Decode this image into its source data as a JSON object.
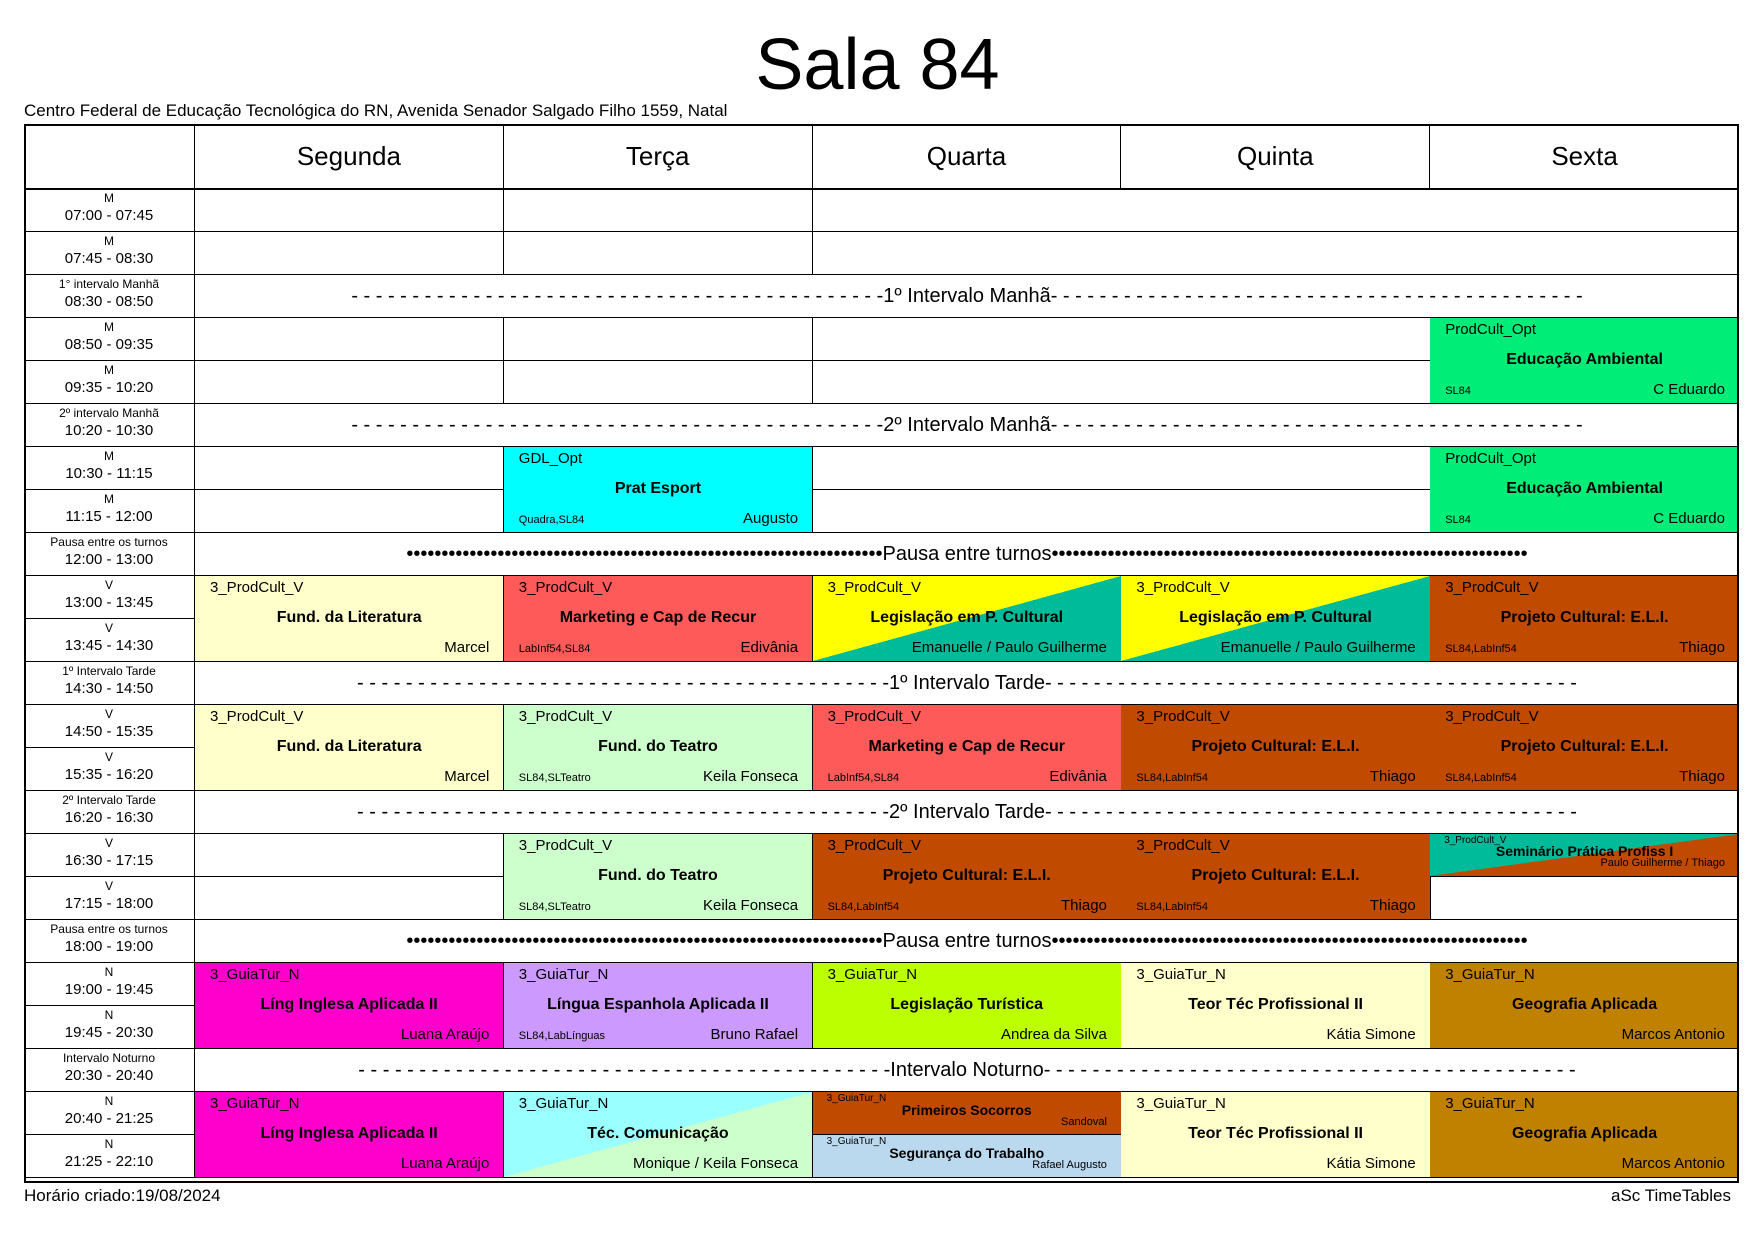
{
  "page": {
    "title": "Sala 84",
    "subtitle": "Centro Federal de Educação Tecnológica do RN, Avenida Senador Salgado Filho 1559, Natal",
    "footer_left": "Horário criado:19/08/2024",
    "footer_right": "aSc TimeTables"
  },
  "days": [
    "Segunda",
    "Terça",
    "Quarta",
    "Quinta",
    "Sexta"
  ],
  "periods": [
    {
      "label": "M",
      "time": "07:00 - 07:45"
    },
    {
      "label": "M",
      "time": "07:45 - 08:30"
    },
    {
      "label": "1° intervalo Manhã",
      "time": "08:30 - 08:50"
    },
    {
      "label": "M",
      "time": "08:50 - 09:35"
    },
    {
      "label": "M",
      "time": "09:35 - 10:20"
    },
    {
      "label": "2º intervalo Manhã",
      "time": "10:20 - 10:30"
    },
    {
      "label": "M",
      "time": "10:30 - 11:15"
    },
    {
      "label": "M",
      "time": "11:15 - 12:00"
    },
    {
      "label": "Pausa entre os turnos",
      "time": "12:00 - 13:00"
    },
    {
      "label": "V",
      "time": "13:00 - 13:45"
    },
    {
      "label": "V",
      "time": "13:45 - 14:30"
    },
    {
      "label": "1º Intervalo Tarde",
      "time": "14:30 - 14:50"
    },
    {
      "label": "V",
      "time": "14:50 - 15:35"
    },
    {
      "label": "V",
      "time": "15:35 - 16:20"
    },
    {
      "label": "2º Intervalo Tarde",
      "time": "16:20 - 16:30"
    },
    {
      "label": "V",
      "time": "16:30 - 17:15"
    },
    {
      "label": "V",
      "time": "17:15 - 18:00"
    },
    {
      "label": "Pausa entre os turnos",
      "time": "18:00 - 19:00"
    },
    {
      "label": "N",
      "time": "19:00 - 19:45"
    },
    {
      "label": "N",
      "time": "19:45 - 20:30"
    },
    {
      "label": "Intervalo Noturno",
      "time": "20:30 - 20:40"
    },
    {
      "label": "N",
      "time": "20:40 - 21:25"
    },
    {
      "label": "N",
      "time": "21:25 - 22:10"
    }
  ],
  "breaks": [
    {
      "row": 2,
      "label": "1º Intervalo Manhã",
      "style": "dash"
    },
    {
      "row": 5,
      "label": "2º Intervalo Manhã",
      "style": "dash"
    },
    {
      "row": 8,
      "label": "Pausa entre turnos",
      "style": "dot"
    },
    {
      "row": 11,
      "label": "1º Intervalo Tarde",
      "style": "dash"
    },
    {
      "row": 14,
      "label": "2º Intervalo Tarde",
      "style": "dash"
    },
    {
      "row": 17,
      "label": "Pausa entre turnos",
      "style": "dot"
    },
    {
      "row": 20,
      "label": "Intervalo Noturno",
      "style": "dash"
    }
  ],
  "lessons": [
    {
      "day": 4,
      "row": 3,
      "span": 2,
      "group": "ProdCult_Opt",
      "subject": "Educação Ambiental",
      "room": "SL84",
      "teacher": "C Eduardo",
      "color": "#00ee77"
    },
    {
      "day": 1,
      "row": 6,
      "span": 2,
      "group": "GDL_Opt",
      "subject": "Prat Esport",
      "room": "Quadra,SL84",
      "teacher": "Augusto",
      "color": "#00ffff"
    },
    {
      "day": 4,
      "row": 6,
      "span": 2,
      "group": "ProdCult_Opt",
      "subject": "Educação Ambiental",
      "room": "SL84",
      "teacher": "C Eduardo",
      "color": "#00ee77"
    },
    {
      "day": 0,
      "row": 9,
      "span": 2,
      "group": "3_ProdCult_V",
      "subject": "Fund. da Literatura",
      "room": "",
      "teacher": "Marcel",
      "color": "#ffffcc"
    },
    {
      "day": 1,
      "row": 9,
      "span": 2,
      "group": "3_ProdCult_V",
      "subject": "Marketing e Cap de Recur",
      "room": "LabInf54,SL84",
      "teacher": "Edivânia",
      "color": "#ff5a5a"
    },
    {
      "day": 2,
      "row": 9,
      "span": 2,
      "group": "3_ProdCult_V",
      "subject": "Legislação em P. Cultural",
      "room": "",
      "teacher": "Emanuelle / Paulo Guilherme",
      "color": "#ffff00",
      "color2": "#00bb99"
    },
    {
      "day": 3,
      "row": 9,
      "span": 2,
      "group": "3_ProdCult_V",
      "subject": "Legislação em P. Cultural",
      "room": "",
      "teacher": "Emanuelle / Paulo Guilherme",
      "color": "#ffff00",
      "color2": "#00bb99"
    },
    {
      "day": 4,
      "row": 9,
      "span": 2,
      "group": "3_ProdCult_V",
      "subject": "Projeto Cultural: E.L.I.",
      "room": "SL84,LabInf54",
      "teacher": "Thiago",
      "color": "#c04a00"
    },
    {
      "day": 0,
      "row": 12,
      "span": 2,
      "group": "3_ProdCult_V",
      "subject": "Fund. da Literatura",
      "room": "",
      "teacher": "Marcel",
      "color": "#ffffcc"
    },
    {
      "day": 1,
      "row": 12,
      "span": 2,
      "group": "3_ProdCult_V",
      "subject": "Fund. do Teatro",
      "room": "SL84,SLTeatro",
      "teacher": "Keila Fonseca",
      "color": "#ccffcc"
    },
    {
      "day": 2,
      "row": 12,
      "span": 2,
      "group": "3_ProdCult_V",
      "subject": "Marketing e Cap de Recur",
      "room": "LabInf54,SL84",
      "teacher": "Edivânia",
      "color": "#ff5a5a"
    },
    {
      "day": 3,
      "row": 12,
      "span": 2,
      "group": "3_ProdCult_V",
      "subject": "Projeto Cultural: E.L.I.",
      "room": "SL84,LabInf54",
      "teacher": "Thiago",
      "color": "#c04a00"
    },
    {
      "day": 4,
      "row": 12,
      "span": 2,
      "group": "3_ProdCult_V",
      "subject": "Projeto Cultural: E.L.I.",
      "room": "SL84,LabInf54",
      "teacher": "Thiago",
      "color": "#c04a00"
    },
    {
      "day": 1,
      "row": 15,
      "span": 2,
      "group": "3_ProdCult_V",
      "subject": "Fund. do Teatro",
      "room": "SL84,SLTeatro",
      "teacher": "Keila Fonseca",
      "color": "#ccffcc"
    },
    {
      "day": 2,
      "row": 15,
      "span": 2,
      "group": "3_ProdCult_V",
      "subject": "Projeto Cultural: E.L.I.",
      "room": "SL84,LabInf54",
      "teacher": "Thiago",
      "color": "#c04a00"
    },
    {
      "day": 3,
      "row": 15,
      "span": 2,
      "group": "3_ProdCult_V",
      "subject": "Projeto Cultural: E.L.I.",
      "room": "SL84,LabInf54",
      "teacher": "Thiago",
      "color": "#c04a00"
    },
    {
      "day": 4,
      "row": 15,
      "span": 1,
      "small": true,
      "group": "3_ProdCult_V",
      "subject": "Seminário Prática Profiss I",
      "room": "",
      "teacher": "Paulo Guilherme / Thiago",
      "color": "#00bb99",
      "color2": "#c04a00"
    },
    {
      "day": 0,
      "row": 18,
      "span": 2,
      "group": "3_GuiaTur_N",
      "subject": "Líng Inglesa Aplicada II",
      "room": "",
      "teacher": "Luana Araújo",
      "color": "#ff00cc"
    },
    {
      "day": 1,
      "row": 18,
      "span": 2,
      "group": "3_GuiaTur_N",
      "subject": "Língua Espanhola Aplicada II",
      "room": "SL84,LabLínguas",
      "teacher": "Bruno Rafael",
      "color": "#cc99ff"
    },
    {
      "day": 2,
      "row": 18,
      "span": 2,
      "group": "3_GuiaTur_N",
      "subject": "Legislação Turística",
      "room": "",
      "teacher": "Andrea da Silva",
      "color": "#bbff00"
    },
    {
      "day": 3,
      "row": 18,
      "span": 2,
      "group": "3_GuiaTur_N",
      "subject": "Teor Téc Profissional II",
      "room": "",
      "teacher": "Kátia Simone",
      "color": "#ffffcc"
    },
    {
      "day": 4,
      "row": 18,
      "span": 2,
      "group": "3_GuiaTur_N",
      "subject": "Geografia Aplicada",
      "room": "",
      "teacher": "Marcos Antonio",
      "color": "#c08000"
    },
    {
      "day": 0,
      "row": 21,
      "span": 2,
      "group": "3_GuiaTur_N",
      "subject": "Líng Inglesa Aplicada II",
      "room": "",
      "teacher": "Luana Araújo",
      "color": "#ff00cc"
    },
    {
      "day": 1,
      "row": 21,
      "span": 2,
      "group": "3_GuiaTur_N",
      "subject": "Téc. Comunicação",
      "room": "",
      "teacher": "Monique / Keila Fonseca",
      "color": "#99ffff",
      "color2": "#ccffcc"
    },
    {
      "day": 2,
      "row": 21,
      "span": 1,
      "small": true,
      "group": "3_GuiaTur_N",
      "subject": "Primeiros Socorros",
      "room": "",
      "teacher": "Sandoval",
      "color": "#c04a00"
    },
    {
      "day": 2,
      "row": 22,
      "span": 1,
      "small": true,
      "group": "3_GuiaTur_N",
      "subject": "Segurança do Trabalho",
      "room": "",
      "teacher": "Rafael Augusto",
      "color": "#bbd9ee"
    },
    {
      "day": 3,
      "row": 21,
      "span": 2,
      "group": "3_GuiaTur_N",
      "subject": "Teor Téc Profissional II",
      "room": "",
      "teacher": "Kátia Simone",
      "color": "#ffffcc"
    },
    {
      "day": 4,
      "row": 21,
      "span": 2,
      "group": "3_GuiaTur_N",
      "subject": "Geografia Aplicada",
      "room": "",
      "teacher": "Marcos Antonio",
      "color": "#c08000"
    }
  ]
}
